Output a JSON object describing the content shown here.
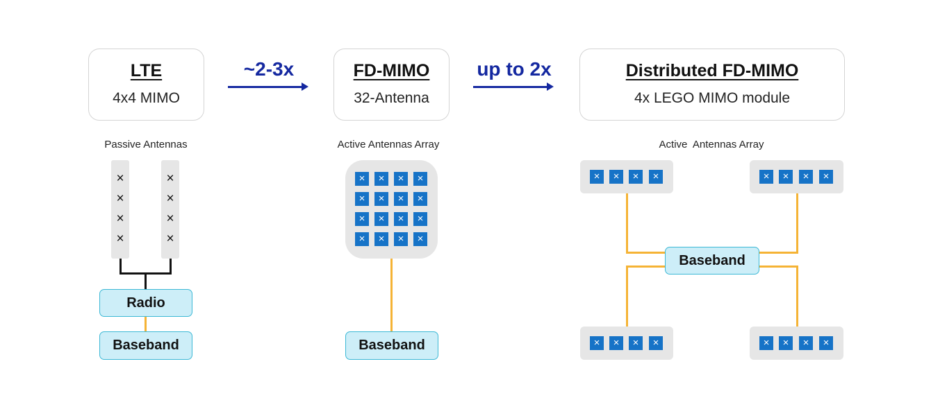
{
  "lte": {
    "title": "LTE",
    "subtitle": "4x4 MIMO",
    "caption": "Passive Antennas",
    "radio": "Radio",
    "baseband": "Baseband"
  },
  "mult1": "~2-3x",
  "fdmimo": {
    "title": "FD-MIMO",
    "subtitle": "32-Antenna",
    "caption": "Active Antennas Array",
    "baseband": "Baseband"
  },
  "mult2": "up to 2x",
  "dist": {
    "title": "Distributed FD-MIMO",
    "subtitle": "4x LEGO MIMO module",
    "caption": "Active  Antennas Array",
    "baseband": "Baseband"
  },
  "glyph": "×",
  "colors": {
    "accent_blue": "#1428a0",
    "antenna_blue": "#1673c7",
    "link_orange": "#f5b335",
    "box_fill": "#cdeef8",
    "box_border": "#3bb8d5"
  },
  "icons": {
    "antenna_element": "cross-icon"
  }
}
